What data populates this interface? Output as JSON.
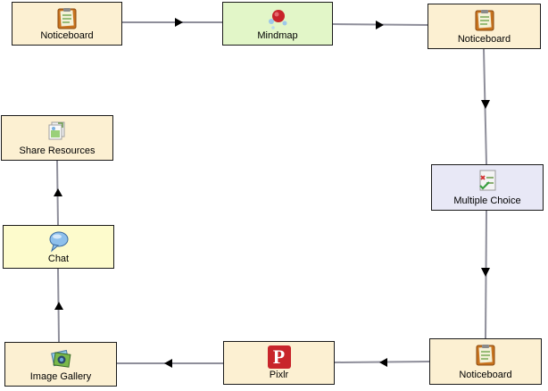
{
  "colors": {
    "noticeboard": "#fcf0d2",
    "mindmap": "#e2f6c8",
    "multiple_choice": "#e8e8f6",
    "chat": "#fdfbcc",
    "pixlr_icon": "#c8252b",
    "connector": "#8e8e9a",
    "arrowhead": "#000000"
  },
  "activities": [
    {
      "id": "noticeboard-1",
      "label": "Noticeboard",
      "icon": "noticeboard-icon"
    },
    {
      "id": "mindmap",
      "label": "Mindmap",
      "icon": "mindmap-icon"
    },
    {
      "id": "noticeboard-2",
      "label": "Noticeboard",
      "icon": "noticeboard-icon"
    },
    {
      "id": "multiple-choice",
      "label": "Multiple Choice",
      "icon": "multiple-choice-icon"
    },
    {
      "id": "noticeboard-3",
      "label": "Noticeboard",
      "icon": "noticeboard-icon"
    },
    {
      "id": "pixlr",
      "label": "Pixlr",
      "icon": "pixlr-icon",
      "icon_letter": "P"
    },
    {
      "id": "image-gallery",
      "label": "Image Gallery",
      "icon": "image-gallery-icon"
    },
    {
      "id": "chat",
      "label": "Chat",
      "icon": "chat-icon"
    },
    {
      "id": "share-resources",
      "label": "Share Resources",
      "icon": "share-resources-icon"
    }
  ],
  "transitions": [
    {
      "from": "noticeboard-1",
      "to": "mindmap"
    },
    {
      "from": "mindmap",
      "to": "noticeboard-2"
    },
    {
      "from": "noticeboard-2",
      "to": "multiple-choice"
    },
    {
      "from": "multiple-choice",
      "to": "noticeboard-3"
    },
    {
      "from": "noticeboard-3",
      "to": "pixlr"
    },
    {
      "from": "pixlr",
      "to": "image-gallery"
    },
    {
      "from": "image-gallery",
      "to": "chat"
    },
    {
      "from": "chat",
      "to": "share-resources"
    }
  ]
}
